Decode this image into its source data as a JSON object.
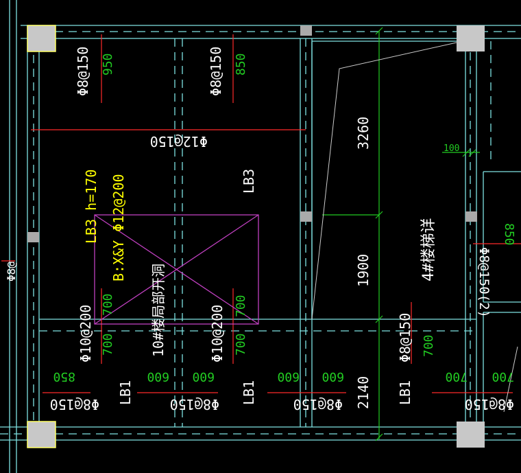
{
  "colors": {
    "background": "#000000",
    "beam": "#7fe3e3",
    "column": "#c8c8c8",
    "column_highlight": "#ffff66",
    "rebar_red": "#ff2a2a",
    "dim_green": "#22cc22",
    "label_white": "#ffffff",
    "label_yellow": "#ffff00",
    "magenta": "#c040c0"
  },
  "labels": {
    "phi8_150_a": "Φ8@150",
    "val_950": "950",
    "phi8_150_b": "Φ8@150",
    "val_850_top": "850",
    "phi12_150": "Φ12@150",
    "lb3_mid": "LB3",
    "lb3_h": "LB3  h=170",
    "bxy": "B:X&Y Φ12@200",
    "opening_note": "10#楼局部开洞",
    "phi10_200_a": "Φ10@200",
    "val_700_a": "700",
    "val_700_b": "700",
    "phi10_200_b": "Φ10@200",
    "val_700_c": "700",
    "val_700_d": "700",
    "dim_3260": "3260",
    "dim_1900": "1900",
    "dim_2140": "2140",
    "dim_100": "100",
    "stair_note": "4#楼梯详",
    "val_850_right": "850",
    "phi8_150_2": "Φ8@150(2)",
    "phi8_150_c": "Φ8@150",
    "val_700_e": "700",
    "val_850_bot": "850",
    "phi8_150_d": "Φ8@150",
    "lb1_a": "LB1",
    "val_600_a": "600",
    "val_600_b": "600",
    "phi8_150_e": "Φ8@150",
    "lb1_b": "LB1",
    "val_600_c": "600",
    "val_600_d": "600",
    "phi8_150_f": "Φ8@150",
    "lb1_c": "LB1",
    "val_700_f": "700",
    "val_700_g": "700",
    "phi8_150_g": "Φ8@150",
    "phi8_side": "Φ8@"
  }
}
